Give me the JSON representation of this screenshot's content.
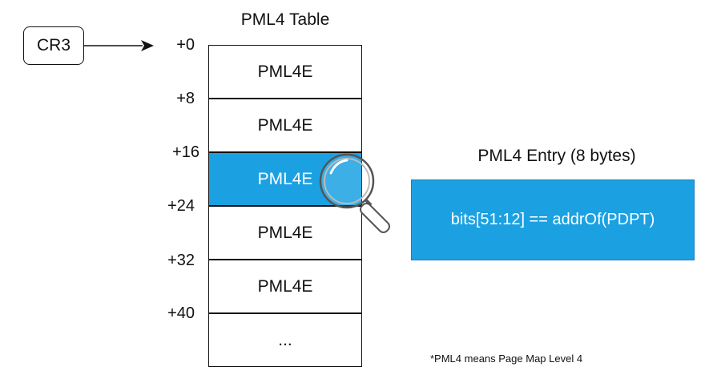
{
  "cr3": {
    "label": "CR3"
  },
  "table": {
    "title": "PML4 Table",
    "entries": [
      {
        "label": "PML4E",
        "highlighted": false
      },
      {
        "label": "PML4E",
        "highlighted": false
      },
      {
        "label": "PML4E",
        "highlighted": true
      },
      {
        "label": "PML4E",
        "highlighted": false
      },
      {
        "label": "PML4E",
        "highlighted": false
      },
      {
        "label": "...",
        "highlighted": false
      }
    ],
    "offsets": [
      "+0",
      "+8",
      "+16",
      "+24",
      "+32",
      "+40"
    ]
  },
  "detail": {
    "title": "PML4 Entry (8 bytes)",
    "content": "bits[51:12] == addrOf(PDPT)"
  },
  "footnote": "*PML4 means Page Map Level 4",
  "colors": {
    "highlight": "#1ba1e2",
    "stroke": "#111111"
  },
  "icons": {
    "magnifier": "magnifier-icon",
    "arrow": "arrow-right-icon"
  }
}
